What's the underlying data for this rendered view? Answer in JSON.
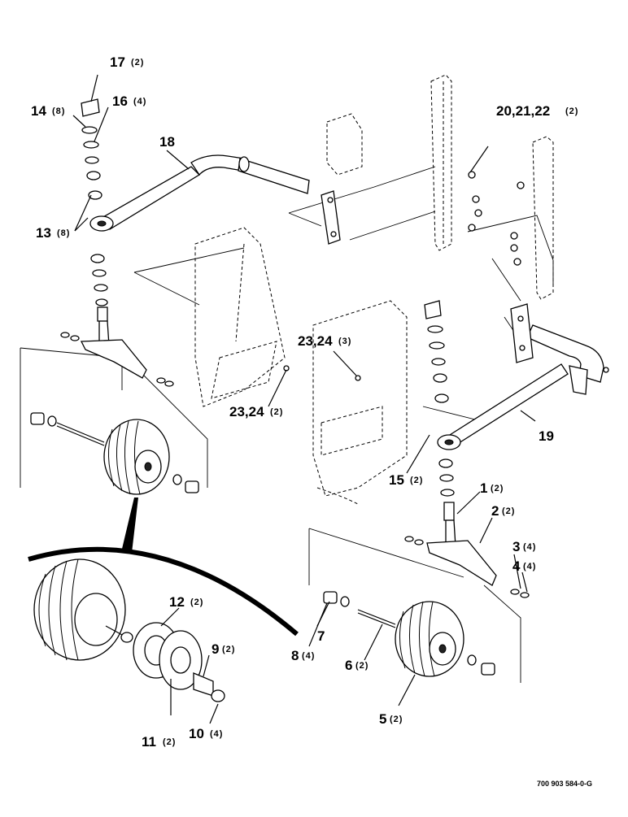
{
  "callouts": [
    {
      "id": "c17",
      "num": "17",
      "qty": "(2)"
    },
    {
      "id": "c14",
      "num": "14",
      "qty": "(8)"
    },
    {
      "id": "c16",
      "num": "16",
      "qty": "(4)"
    },
    {
      "id": "c18",
      "num": "18",
      "qty": ""
    },
    {
      "id": "c13",
      "num": "13",
      "qty": "(8)"
    },
    {
      "id": "c20",
      "num": "20,21,22",
      "qty": "(2)"
    },
    {
      "id": "c23a",
      "num": "23,24",
      "qty": "(3)"
    },
    {
      "id": "c23b",
      "num": "23,24",
      "qty": "(2)"
    },
    {
      "id": "c19",
      "num": "19",
      "qty": ""
    },
    {
      "id": "c15",
      "num": "15",
      "qty": "(2)"
    },
    {
      "id": "c1",
      "num": "1",
      "qty": "(2)"
    },
    {
      "id": "c2",
      "num": "2",
      "qty": "(2)"
    },
    {
      "id": "c3",
      "num": "3",
      "qty": "(4)"
    },
    {
      "id": "c4",
      "num": "4",
      "qty": "(4)"
    },
    {
      "id": "c12",
      "num": "12",
      "qty": "(2)"
    },
    {
      "id": "c9",
      "num": "9",
      "qty": "(2)"
    },
    {
      "id": "c7",
      "num": "7",
      "qty": ""
    },
    {
      "id": "c8",
      "num": "8",
      "qty": "(4)"
    },
    {
      "id": "c6",
      "num": "6",
      "qty": "(2)"
    },
    {
      "id": "c5",
      "num": "5",
      "qty": "(2)"
    },
    {
      "id": "c11",
      "num": "11",
      "qty": "(2)"
    },
    {
      "id": "c10",
      "num": "10",
      "qty": "(4)"
    }
  ],
  "document_number": "700 903 584-0-G"
}
